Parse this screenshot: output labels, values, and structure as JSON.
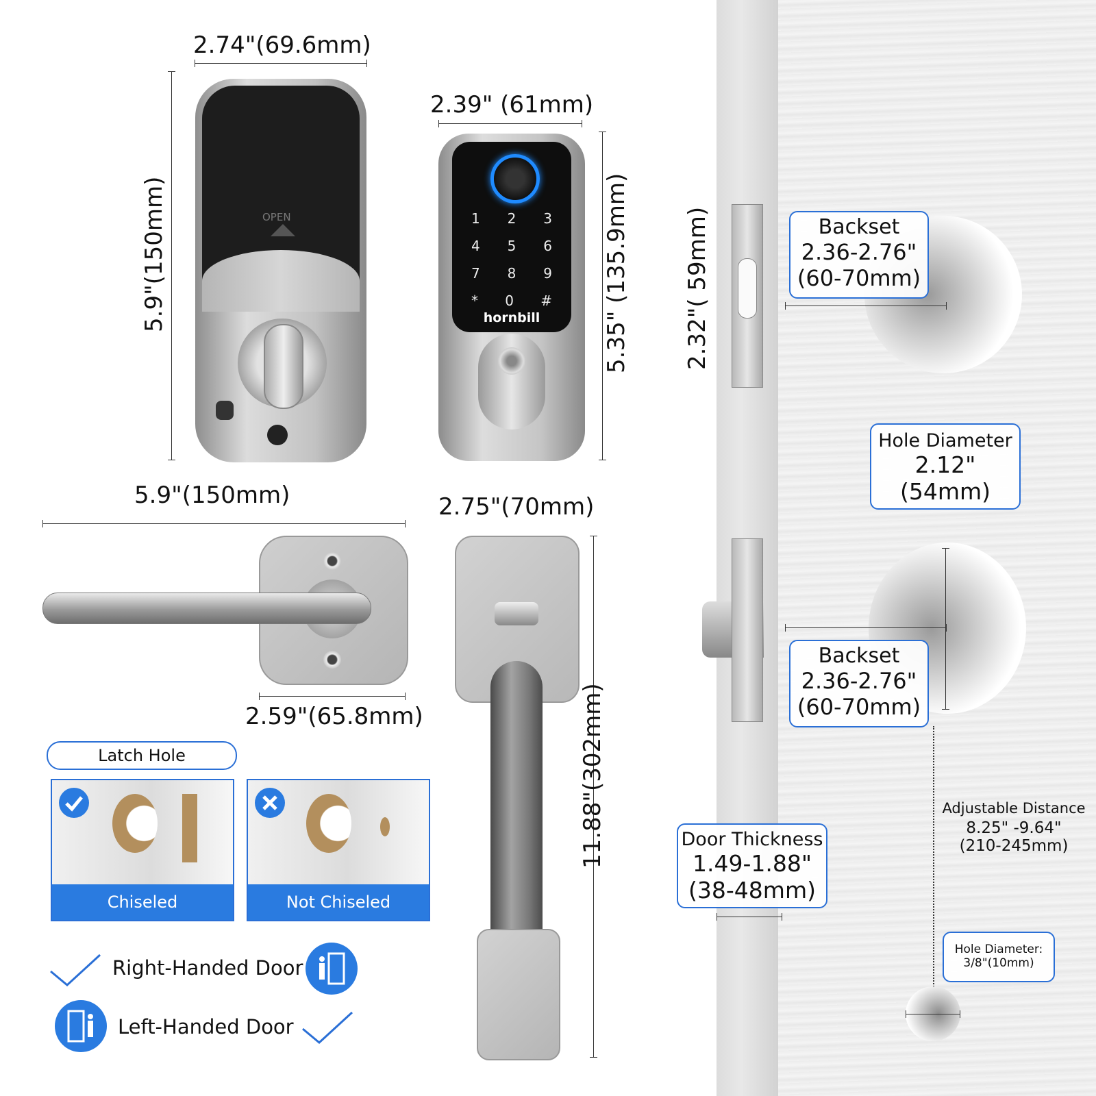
{
  "brand": "hornbill",
  "exterior_lock": {
    "width_label": "2.74\"(69.6mm)",
    "height_label": "5.9\"(150mm)",
    "open_text": "OPEN"
  },
  "keypad_lock": {
    "width_label": "2.39\"  (61mm)",
    "height_label": "5.35\"  (135.9mm)",
    "keys": [
      [
        "1",
        "2",
        "3"
      ],
      [
        "4",
        "5",
        "6"
      ],
      [
        "7",
        "8",
        "9"
      ],
      [
        "*",
        "0",
        "#"
      ]
    ]
  },
  "lever": {
    "length_label": "5.9\"(150mm)",
    "plate_label": "2.59\"(65.8mm)"
  },
  "handle": {
    "width_label": "2.75\"(70mm)",
    "height_label": "11.88\"(302mm)"
  },
  "latch_hole": {
    "title": "Latch Hole",
    "chiseled": "Chiseled",
    "not_chiseled": "Not Chiseled"
  },
  "door_hand": {
    "right": "Right-Handed Door",
    "left": "Left-Handed Door"
  },
  "door_diagram": {
    "strike_label": "2.32\"( 59mm)",
    "backset_top": {
      "title": "Backset",
      "value": "2.36-2.76\"",
      "metric": "(60-70mm)"
    },
    "hole_diameter": {
      "title": "Hole Diameter",
      "value": "2.12\"",
      "metric": "(54mm)"
    },
    "backset_bottom": {
      "title": "Backset",
      "value": "2.36-2.76\"",
      "metric": "(60-70mm)"
    },
    "door_thickness": {
      "title": "Door Thickness",
      "value": "1.49-1.88\"",
      "metric": "(38-48mm)"
    },
    "adjustable": {
      "title": "Adjustable Distance",
      "value": "8.25\" -9.64\"",
      "metric": "(210-245mm)"
    },
    "small_hole": {
      "title": "Hole Diameter:",
      "value": "3/8\"(10mm)"
    }
  },
  "colors": {
    "accent": "#2a7be0",
    "nickel": "#c9c9c9",
    "dark": "#1b1b1b"
  }
}
